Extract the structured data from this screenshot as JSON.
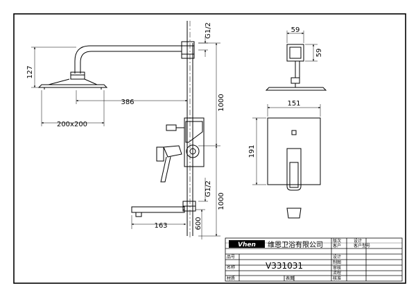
{
  "dimensions": {
    "arm_height": "127",
    "arm_length": "386",
    "head_size": "200x200",
    "thread_top": "G1/2",
    "thread_bottom": "G1/2",
    "riser_top": "1000",
    "riser_bottom": "1000",
    "spout_length": "163",
    "spout_height": "600",
    "side_width": "59",
    "side_height": "59",
    "valve_width": "151",
    "valve_height": "191"
  },
  "title_block": {
    "brand": "Vhen",
    "company": "维恩卫浴有限公司",
    "model": "V331031",
    "labels": {
      "version": "版次",
      "design_ok": "设计",
      "customer": "客户",
      "customer_no": "客户型号",
      "part_no": "品号",
      "design": "设计",
      "name": "名称",
      "drawn": "制图",
      "review": "审核",
      "material": "材质",
      "finish": "表面",
      "approve": "核准",
      "process": "流程"
    }
  },
  "colors": {
    "line": "#000000",
    "background": "#ffffff"
  }
}
